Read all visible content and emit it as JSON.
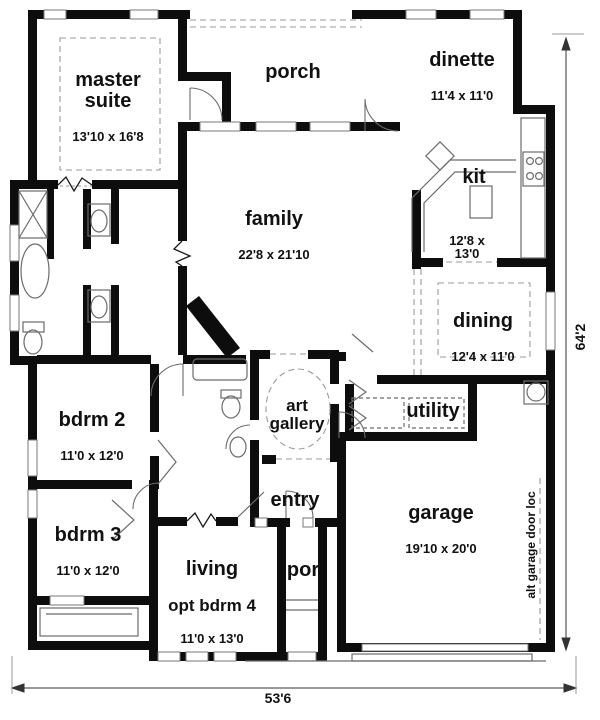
{
  "rooms": {
    "master": {
      "name": "master\nsuite",
      "dims": "13'10 x 16'8"
    },
    "porch": {
      "name": "porch"
    },
    "dinette": {
      "name": "dinette",
      "dims": "11'4 x 11'0"
    },
    "family": {
      "name": "family",
      "dims": "22'8 x 21'10"
    },
    "kitchen": {
      "name": "kit",
      "dims": "12'8 x\n13'0"
    },
    "dining": {
      "name": "dining",
      "dims": "12'4 x 11'0"
    },
    "utility": {
      "name": "utility"
    },
    "art_gallery": {
      "name": "art\ngallery"
    },
    "bdrm2": {
      "name": "bdrm 2",
      "dims": "11'0 x 12'0"
    },
    "bdrm3": {
      "name": "bdrm 3",
      "dims": "11'0 x 12'0"
    },
    "living": {
      "name": "living",
      "option": "opt bdrm 4",
      "dims": "11'0 x 13'0"
    },
    "entry": {
      "name": "entry"
    },
    "por": {
      "name": "por"
    },
    "garage": {
      "name": "garage",
      "dims": "19'10 x 20'0"
    }
  },
  "annotations": {
    "alt_garage_door": "alt garage door loc",
    "overall_width": "53'6",
    "overall_depth": "64'2"
  },
  "colors": {
    "wall": "#0d0d0d",
    "thin_line": "#6b6b6b",
    "dashed_line": "#9a9a9a"
  }
}
